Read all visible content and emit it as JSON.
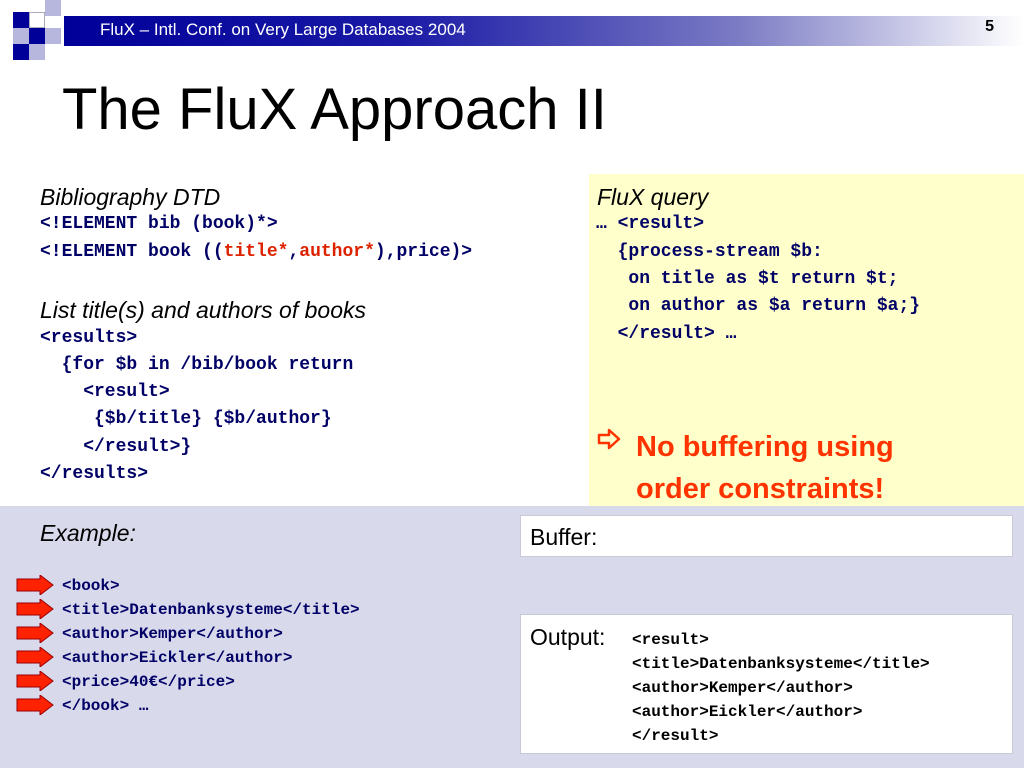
{
  "header": {
    "title": "FluX – Intl. Conf. on Very Large Databases 2004",
    "slide_number": "5"
  },
  "slide_title": "The FluX Approach II",
  "left": {
    "dtd_heading": "Bibliography DTD",
    "dtd_line1": "<!ELEMENT bib (book)*>",
    "dtd_line2_pre": "<!ELEMENT book ((",
    "dtd_line2_title": "title*",
    "dtd_line2_comma": ",",
    "dtd_line2_author": "author*",
    "dtd_line2_post": "),price)>",
    "query_heading": "List title(s) and authors of books",
    "xq_lines": [
      "<results>",
      "  {for $b in /bib/book return",
      "    <result>",
      "     {$b/title} {$b/author}",
      "    </result>}",
      "</results>"
    ]
  },
  "right": {
    "heading": "FluX query",
    "lines": [
      "… <result>",
      "  {process-stream $b:",
      "   on title as $t return $t;",
      "   on author as $a return $a;}",
      "  </result> …"
    ],
    "bullet_icon": "arrow-right-outline-icon",
    "bullet_line1": "No buffering using",
    "bullet_line2": "order constraints!"
  },
  "example": {
    "heading": "Example:",
    "stream": [
      "<book>",
      "<title>Datenbanksysteme</title>",
      "<author>Kemper</author>",
      "<author>Eickler</author>",
      "<price>40€</price>",
      "</book> …"
    ],
    "buffer_label": "Buffer:",
    "output_label": "Output:",
    "output_lines": [
      "<result>",
      "<title>Datenbanksysteme</title>",
      "<author>Kemper</author>",
      "<author>Eickler</author>",
      "</result>"
    ]
  },
  "colors": {
    "header_blue": "#000099",
    "accent_red": "#ff3300",
    "query_bg": "#ffffcc",
    "example_bg": "#d9d9ec"
  }
}
